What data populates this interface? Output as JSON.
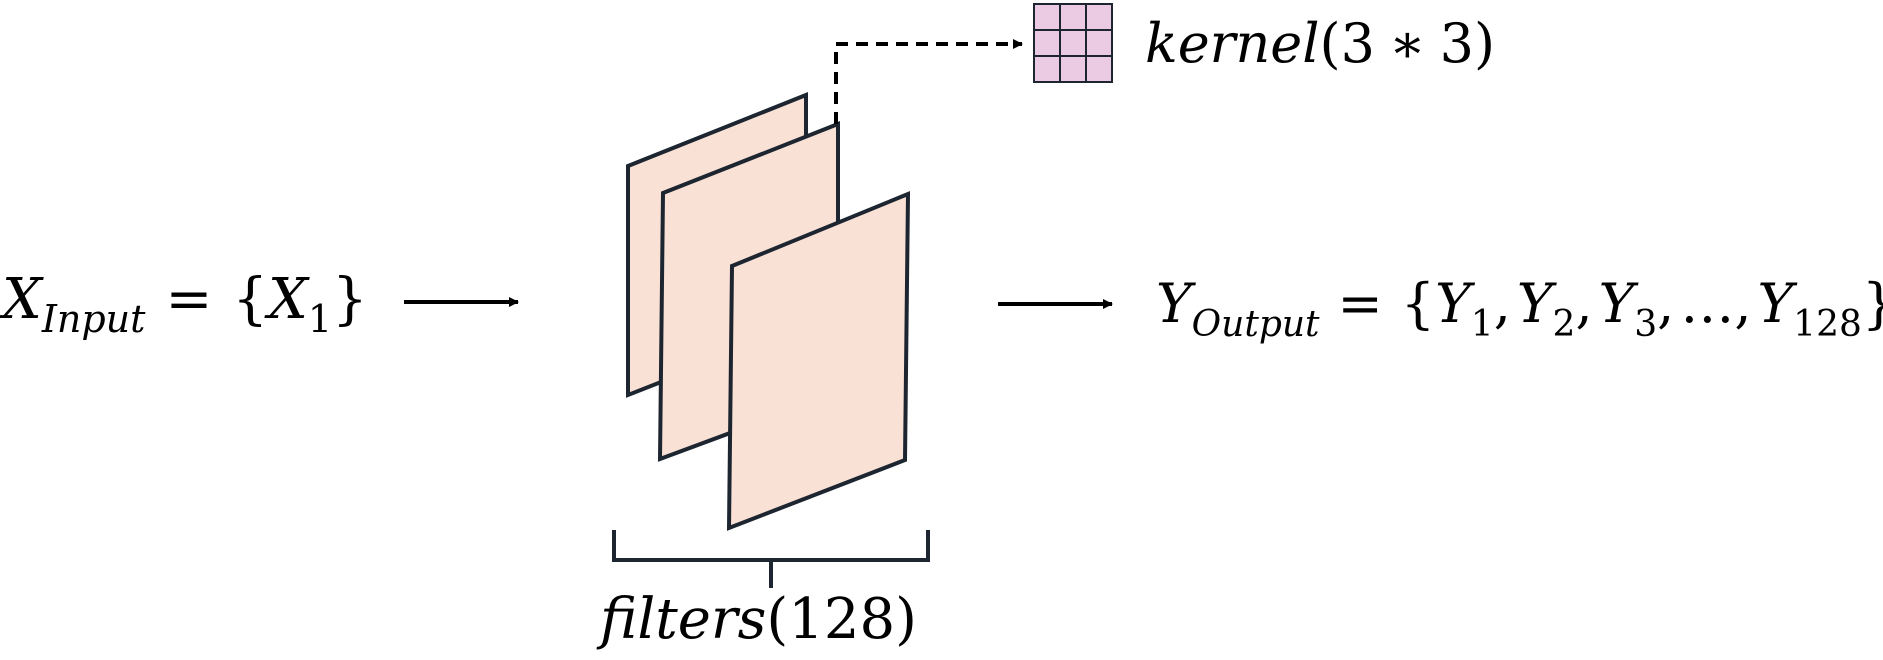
{
  "input": {
    "var": "X",
    "sub": "Input",
    "eq": "=",
    "open": "{",
    "item_var": "X",
    "item_sub": "1",
    "close": "}"
  },
  "output": {
    "var": "Y",
    "sub": "Output",
    "eq": "=",
    "open": "{",
    "items": [
      {
        "var": "Y",
        "sub": "1"
      },
      {
        "var": "Y",
        "sub": "2"
      },
      {
        "var": "Y",
        "sub": "3"
      },
      {
        "var": "Y",
        "sub": "128"
      }
    ],
    "ellipsis": "…",
    "separator": ",",
    "close": "}"
  },
  "kernel": {
    "word": "kernel",
    "open": "(",
    "a": "3",
    "op": "∗",
    "b": "3",
    "close": ")",
    "grid_rows": 3,
    "grid_cols": 3
  },
  "filters": {
    "word": "filters",
    "open": "(",
    "count": "128",
    "close": ")"
  },
  "colors": {
    "filter_fill": "#F9E1D6",
    "filter_stroke": "#1C2530",
    "kernel_fill": "#EACBE3",
    "kernel_stroke": "#1C2530",
    "line": "#000000"
  }
}
